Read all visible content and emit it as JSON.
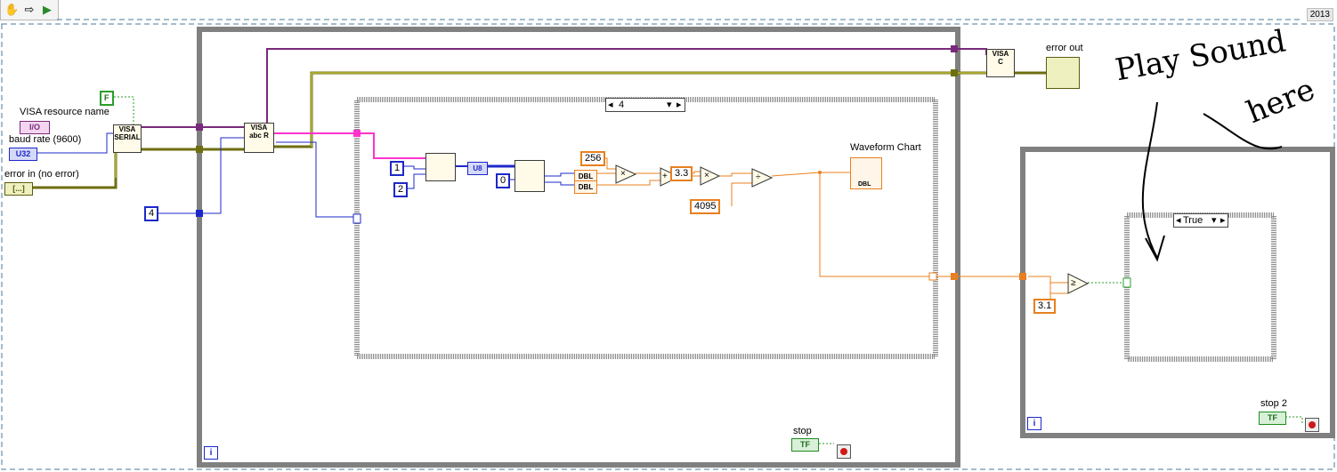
{
  "toolbar": {
    "icons": [
      "hand-icon",
      "forward-arrow-icon",
      "run-icon"
    ],
    "year": "2013"
  },
  "controls": {
    "visa_resource_label": "VISA resource name",
    "visa_resource_term": "I/O",
    "baud_rate_label": "baud rate (9600)",
    "baud_rate_term": "U32",
    "error_in_label": "error in (no error)",
    "error_in_term": "[...]",
    "false_const": "F",
    "const_4": "4",
    "error_out_label": "error out"
  },
  "case_structure": {
    "selector_value": "4"
  },
  "constants": {
    "c1": "1",
    "c2": "2",
    "c0": "0",
    "c256": "256",
    "c33": "3.3",
    "c4095": "4095",
    "c31": "3.1"
  },
  "types": {
    "dbl": "DBL",
    "u8": "U8"
  },
  "indicators": {
    "waveform_chart_label": "Waveform Chart",
    "stop_label": "stop",
    "stop2_label": "stop 2",
    "tf_term": "TF"
  },
  "second_case": {
    "selector_value": "True"
  },
  "loops": {
    "iter_label": "i"
  },
  "annotation": {
    "line1": "Play Sound",
    "line2": "here"
  },
  "colors": {
    "loop_frame": "#808080",
    "wire_orange": "#e8801f",
    "wire_blue": "#1d28c8",
    "wire_pink": "#ff33cc",
    "wire_purple": "#7a2a7a",
    "wire_error": "#6e6e10"
  }
}
